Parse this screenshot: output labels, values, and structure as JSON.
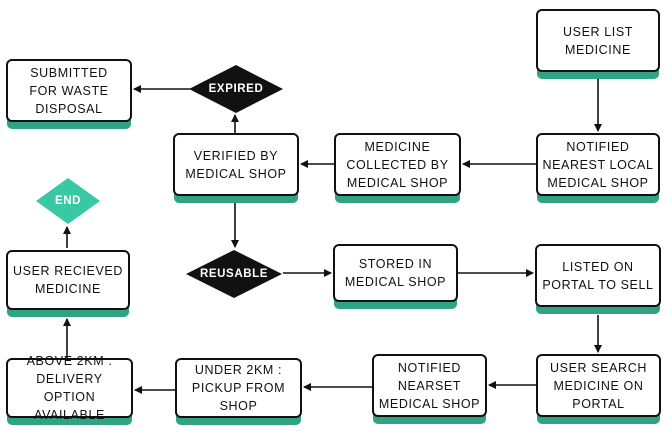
{
  "colors": {
    "accent": "#2fa384",
    "end": "#38c9a4",
    "decision": "#111111",
    "stroke": "#111111"
  },
  "nodes": {
    "user_list": "USER LIST\nMEDICINE",
    "notified_local": "NOTIFIED\nNEAREST LOCAL\nMEDICAL SHOP",
    "collected": "MEDICINE\nCOLLECTED BY\nMEDICAL SHOP",
    "verified": "VERIFIED BY\nMEDICAL SHOP",
    "submitted": "SUBMITTED\nFOR WASTE\nDISPOSAL",
    "stored": "STORED IN\nMEDICAL SHOP",
    "listed": "LISTED ON\nPORTAL TO SELL",
    "user_search": "USER SEARCH\nMEDICINE ON\nPORTAL",
    "notified_nearset": "NOTIFIED\nNEARSET\nMEDICAL SHOP",
    "under_2km": "UNDER 2KM :\nPICKUP FROM\nSHOP",
    "above_2km": "ABOVE 2KM :\nDELIVERY OPTION\nAVAILABLE",
    "user_received": "USER RECIEVED\nMEDICINE"
  },
  "decisions": {
    "expired": "EXPIRED",
    "reusable": "REUSABLE",
    "end": "END"
  }
}
